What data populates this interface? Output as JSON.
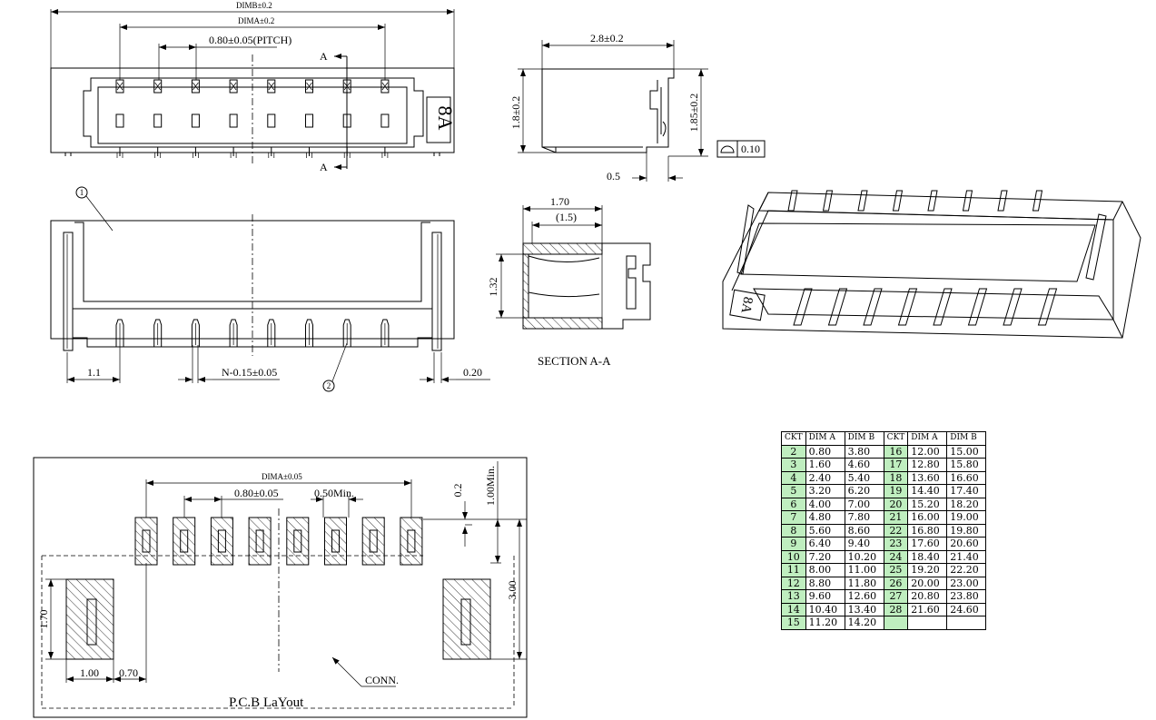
{
  "top_view": {
    "dim_b": "DIMB±0.2",
    "dim_a": "DIMA±0.2",
    "pitch": "0.80±0.05(PITCH)",
    "section_mark": "A",
    "marking": "8A"
  },
  "side_view": {
    "width": "2.8±0.2",
    "height_left": "1.8±0.2",
    "height_right": "1.85±0.2",
    "flatness_value": "0.10",
    "foot": "0.5"
  },
  "front_view": {
    "callout_1": "1",
    "callout_2": "2",
    "dim_left": "1.1",
    "dim_pin": "N-0.15±0.05",
    "dim_right": "0.20"
  },
  "section": {
    "dim_width": "1.70",
    "dim_ref": "(1.5)",
    "dim_height": "1.32",
    "title": "SECTION A-A"
  },
  "pcb": {
    "dim_a": "DIMA±0.05",
    "pitch": "0.80±0.05",
    "min_gap": "0.50Min.",
    "top_dim": "0.2",
    "min_len": "1.00Min.",
    "total_height": "3.00",
    "pad_height": "1.70",
    "pad_width": "1.00",
    "gap": "0.70",
    "conn_label": "CONN.",
    "title": "P.C.B LaYout"
  },
  "table": {
    "headers": [
      "CKT",
      "DIM A",
      "DIM B",
      "CKT",
      "DIM A",
      "DIM B"
    ],
    "rows": [
      [
        "2",
        "0.80",
        "3.80",
        "16",
        "12.00",
        "15.00"
      ],
      [
        "3",
        "1.60",
        "4.60",
        "17",
        "12.80",
        "15.80"
      ],
      [
        "4",
        "2.40",
        "5.40",
        "18",
        "13.60",
        "16.60"
      ],
      [
        "5",
        "3.20",
        "6.20",
        "19",
        "14.40",
        "17.40"
      ],
      [
        "6",
        "4.00",
        "7.00",
        "20",
        "15.20",
        "18.20"
      ],
      [
        "7",
        "4.80",
        "7.80",
        "21",
        "16.00",
        "19.00"
      ],
      [
        "8",
        "5.60",
        "8.60",
        "22",
        "16.80",
        "19.80"
      ],
      [
        "9",
        "6.40",
        "9.40",
        "23",
        "17.60",
        "20.60"
      ],
      [
        "10",
        "7.20",
        "10.20",
        "24",
        "18.40",
        "21.40"
      ],
      [
        "11",
        "8.00",
        "11.00",
        "25",
        "19.20",
        "22.20"
      ],
      [
        "12",
        "8.80",
        "11.80",
        "26",
        "20.00",
        "23.00"
      ],
      [
        "13",
        "9.60",
        "12.60",
        "27",
        "20.80",
        "23.80"
      ],
      [
        "14",
        "10.40",
        "13.40",
        "28",
        "21.60",
        "24.60"
      ],
      [
        "15",
        "11.20",
        "14.20",
        "",
        "",
        ""
      ]
    ]
  },
  "iso_view": {
    "marking": "8A"
  }
}
